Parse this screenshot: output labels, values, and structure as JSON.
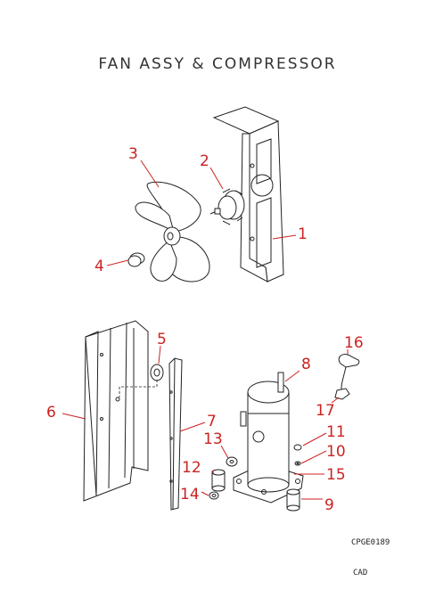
{
  "title": "FAN ASSY & COMPRESSOR",
  "drawing_code": "CPGE0189",
  "source_label": "CAD",
  "part_numbers": [
    "1",
    "2",
    "3",
    "4",
    "5",
    "6",
    "7",
    "8",
    "9",
    "10",
    "11",
    "12",
    "13",
    "14",
    "15",
    "16",
    "17"
  ],
  "colors": {
    "callout": "#cc2222",
    "line": "#222222"
  }
}
